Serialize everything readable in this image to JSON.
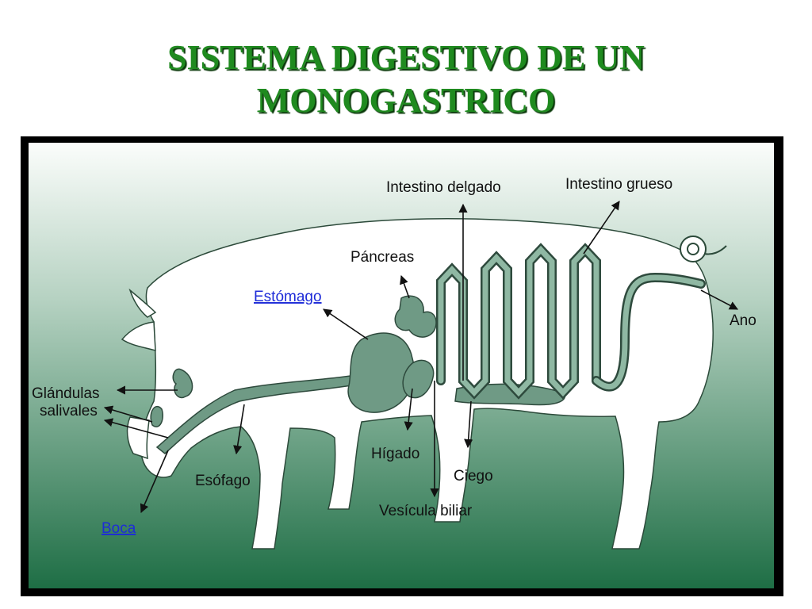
{
  "title": {
    "line1": "SISTEMA DIGESTIVO DE UN",
    "line2": "MONOGASTRICO"
  },
  "colors": {
    "title": "#1f8a1f",
    "organ_fill": "#6f9a85",
    "link_text": "#1d2bd8"
  },
  "labels": {
    "intestino_delgado": "Intestino delgado",
    "intestino_grueso": "Intestino grueso",
    "pancreas": "Páncreas",
    "estomago": "Estómago",
    "ano": "Ano",
    "glandulas_1": "Glándulas",
    "glandulas_2": "salivales",
    "higado": "Hígado",
    "ciego": "Ciego",
    "esofago": "Esófago",
    "vesicula": "Vesícula biliar",
    "boca": "Boca"
  }
}
